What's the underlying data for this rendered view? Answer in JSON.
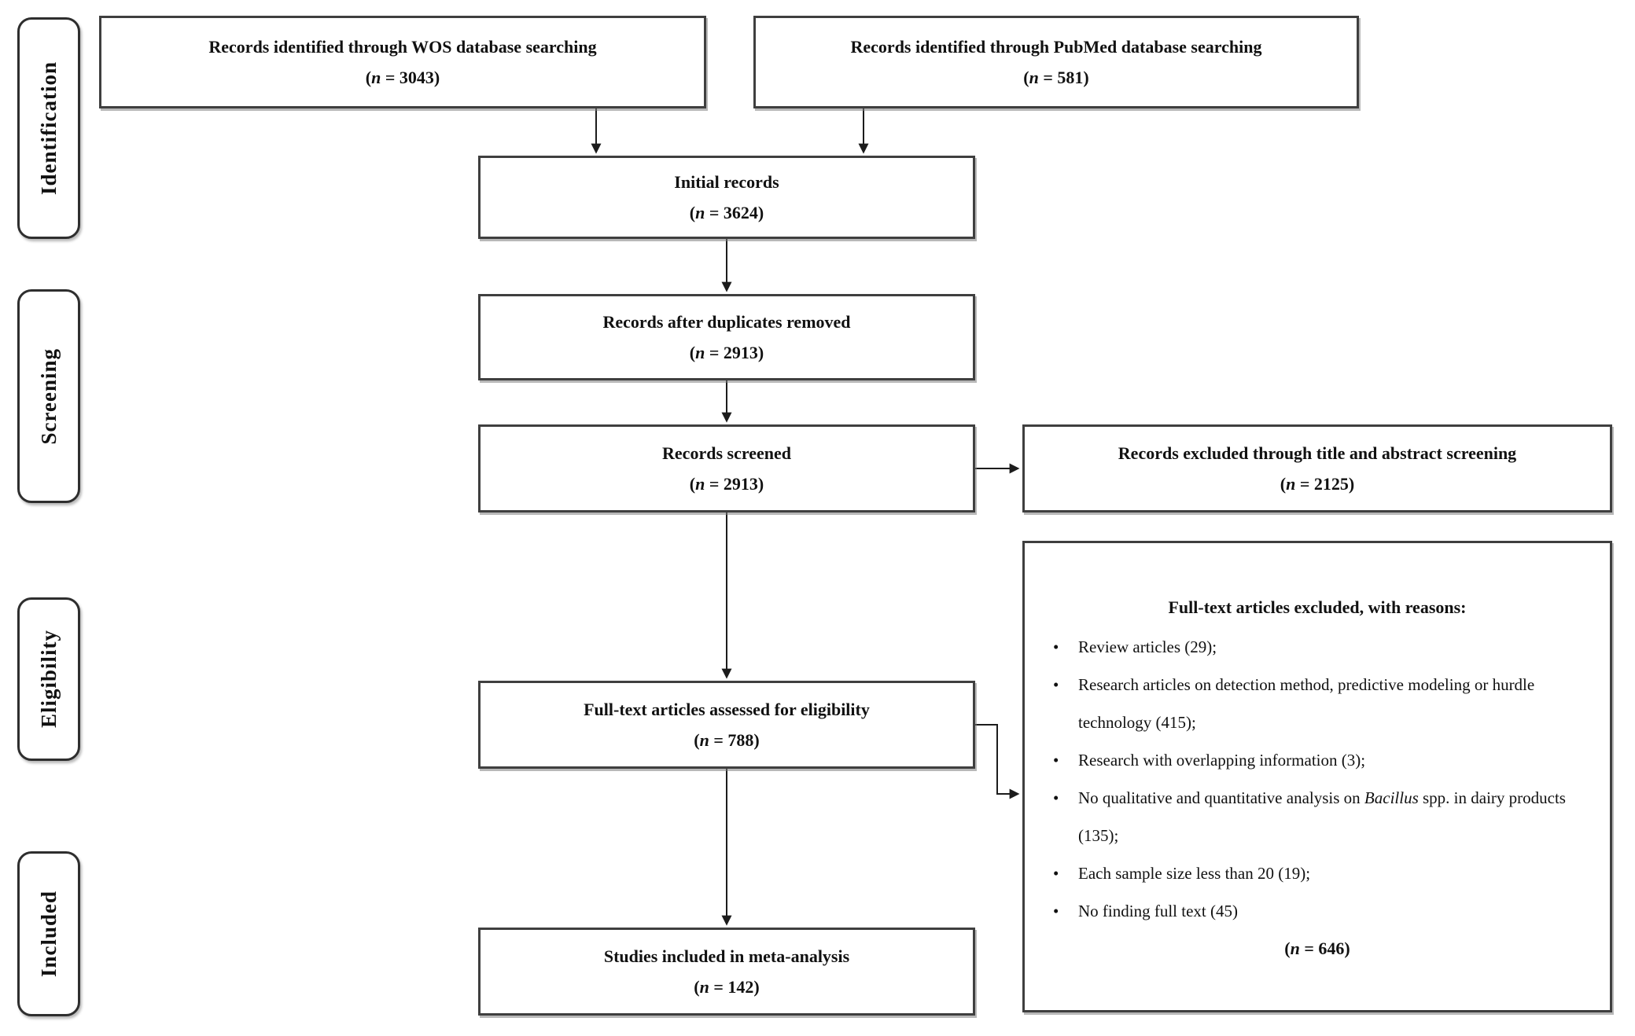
{
  "stages": {
    "identification": "Identification",
    "screening": "Screening",
    "eligibility": "Eligibility",
    "included": "Included"
  },
  "boxes": {
    "wos": {
      "title": "Records identified through WOS database searching",
      "count": {
        "open": "(",
        "var": "n",
        "rest": " = 3043)"
      }
    },
    "pubmed": {
      "title": "Records identified through PubMed database searching",
      "count": {
        "open": "(",
        "var": "n",
        "rest": " = 581)"
      }
    },
    "initial": {
      "title": "Initial records",
      "count": {
        "open": "(",
        "var": "n",
        "rest": " = 3624)"
      }
    },
    "duplicates": {
      "title": "Records after duplicates removed",
      "count": {
        "open": "(",
        "var": "n",
        "rest": " = 2913)"
      }
    },
    "screened": {
      "title": "Records screened",
      "count": {
        "open": "(",
        "var": "n",
        "rest": " = 2913)"
      }
    },
    "excluded_screening": {
      "title": "Records excluded through title and abstract screening",
      "count": {
        "open": "(",
        "var": "n",
        "rest": " = 2125)"
      }
    },
    "fulltext": {
      "title": "Full-text articles assessed for eligibility",
      "count": {
        "open": "(",
        "var": "n",
        "rest": " = 788)"
      }
    },
    "excluded_fulltext": {
      "title": "Full-text articles excluded, with reasons:",
      "bullet": "•",
      "reasons": [
        {
          "pre": "Review articles (29);"
        },
        {
          "pre": "Research articles on detection method, predictive modeling or hurdle technology (415);"
        },
        {
          "pre": "Research with overlapping information (3);"
        },
        {
          "pre": "No qualitative and quantitative analysis on ",
          "italic": "Bacillus",
          "post": " spp. in dairy products (135);"
        },
        {
          "pre": "Each sample size less than 20 (19);"
        },
        {
          "pre": "No finding full text (45)"
        }
      ],
      "count": {
        "open": "(",
        "var": "n",
        "rest": " = 646)"
      }
    },
    "included_meta": {
      "title": "Studies included in meta-analysis",
      "count": {
        "open": "(",
        "var": "n",
        "rest": " = 142)"
      }
    }
  }
}
